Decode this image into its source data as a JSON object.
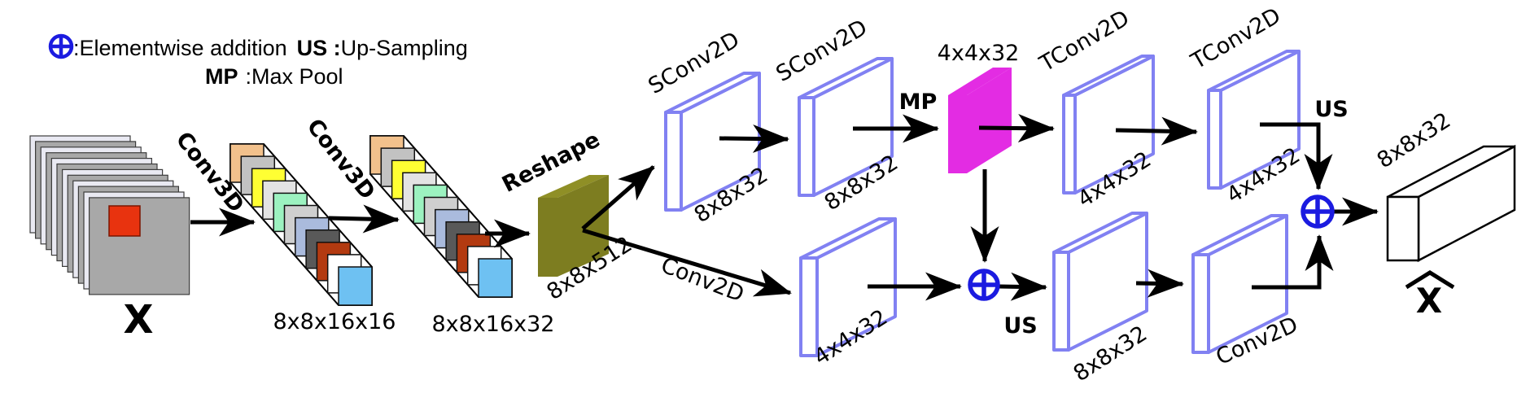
{
  "legend": {
    "plus_label": ":Elementwise addition",
    "us_abbr": "US :",
    "us_label": "Up-Sampling",
    "mp_abbr": "MP",
    "mp_label": ":Max Pool"
  },
  "input": {
    "label": "X"
  },
  "nodes": {
    "conv3d_1": "Conv3D",
    "conv3d_2": "Conv3D",
    "stack1_dim": "8x8x16x16",
    "stack2_dim": "8x8x16x32",
    "reshape": "Reshape",
    "reshape_dim": "8x8x512",
    "conv2d_branch": "Conv2D",
    "sconv2d_1": "SConv2D",
    "sconv2d_2": "SConv2D",
    "sconv1_dim": "8x8x32",
    "sconv2_dim": "8x8x32",
    "mp": "MP",
    "maxpool_dim": "4x4x32",
    "tconv2d_1": "TConv2D",
    "tconv2d_2": "TConv2D",
    "tconv1_dim": "4x4x32",
    "tconv2_dim": "4x4x32",
    "us_top": "US",
    "us_bottom": "US",
    "b1_dim": "4x4x32",
    "b2_dim": "8x8x32",
    "conv2d_last": "Conv2D",
    "output_dim": "8x8x32",
    "output_label": "X"
  },
  "colors": {
    "accent_blue": "#1b1be0",
    "slab_outline": "#8181f2",
    "magenta": "#e32ce3",
    "magenta_edge": "#f2a0f2",
    "olive": "#7d7d20",
    "olive_top": "#8f8f26",
    "olive_edge": "#5e5e14",
    "red_patch": "#e8330f",
    "sheet_light": "#e9e9f2",
    "sheet_dark": "#a8a8a8",
    "black": "#000000"
  },
  "stack_face_colors": [
    "#f2c18c",
    "#c2c2c2",
    "#ffff33",
    "#e3e3e3",
    "#9cf2c0",
    "#cfcfcf",
    "#aabbdd",
    "#595959",
    "#b33a10",
    "#ffffff",
    "#6ec1f2"
  ]
}
